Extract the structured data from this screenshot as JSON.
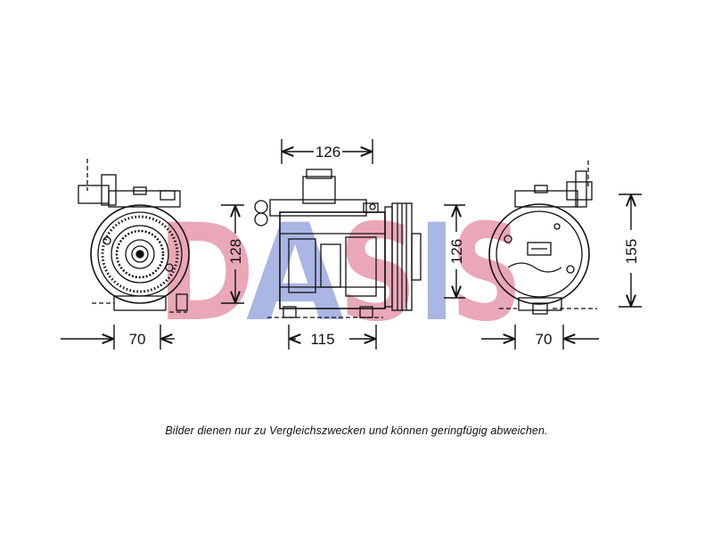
{
  "watermark": {
    "text": "DASIS",
    "colors": {
      "d": "#e9a3b4",
      "a": "#a6b3e3",
      "s": "#e9a3b4",
      "i": "#a6b3e3",
      "s2": "#e9a3b4"
    }
  },
  "dimensions": {
    "left_width": "70",
    "top_length": "126",
    "side_height": "128",
    "body_length": "115",
    "pulley_height": "126",
    "right_width": "70",
    "overall_height": "155"
  },
  "caption": "Bilder dienen nur zu Vergleichszwecken und können geringfügig abweichen.",
  "colors": {
    "line": "#111111",
    "background": "#ffffff"
  }
}
